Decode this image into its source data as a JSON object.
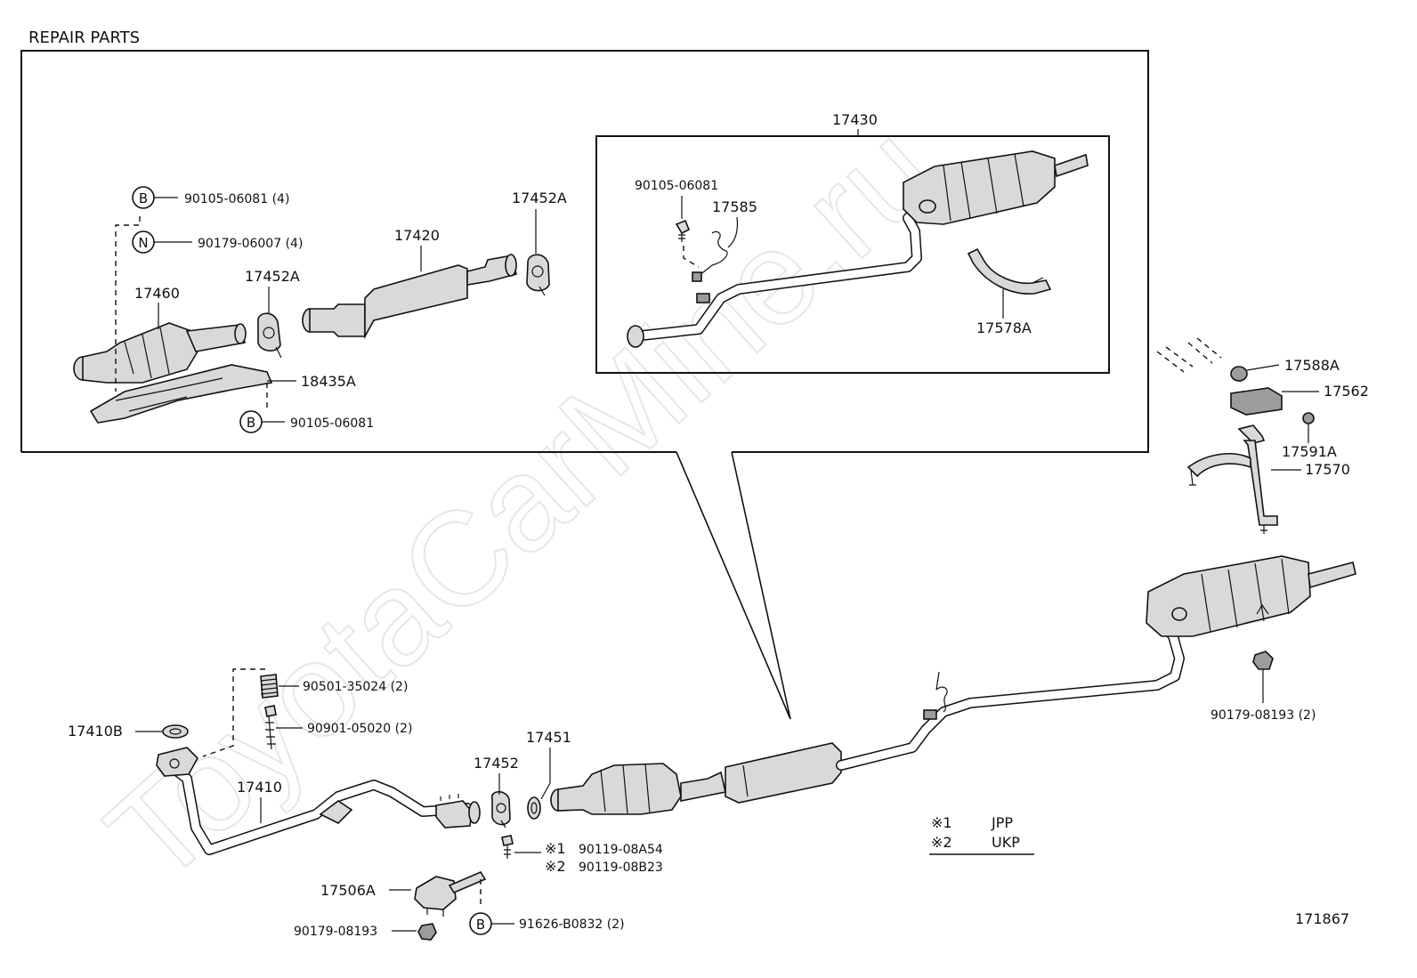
{
  "header": {
    "title": "REPAIR  PARTS"
  },
  "watermark": "ToyotaCarMine.ru",
  "symbols": {
    "b_mark": "B",
    "n_mark": "N"
  },
  "inset_parts": {
    "bolt_b_top": "90105-06081 (4)",
    "nut_n": "90179-06007 (4)",
    "conv_17460": "17460",
    "clamp_17452a_left": "17452A",
    "pipe_17420": "17420",
    "clamp_17452a_right": "17452A",
    "insulator_18435a": "18435A",
    "bolt_b_bottom": "90105-06081",
    "muffler_17430": "17430",
    "bolt_90105": "90105-06081",
    "sensor_17585": "17585",
    "bracket_17578a": "17578A"
  },
  "main_parts": {
    "p17588a": "17588A",
    "p17562": "17562",
    "p17591a": "17591A",
    "p17570": "17570",
    "p90179_rear": "90179-08193 (2)",
    "p90501": "90501-35024 (2)",
    "p90901": "90901-05020 (2)",
    "p17410b": "17410B",
    "p17410": "17410",
    "p17452": "17452",
    "p17451": "17451",
    "mark1": "※1",
    "mark2": "※2",
    "p90119_a": "90119-08A54",
    "p90119_b": "90119-08B23",
    "p17506a": "17506A",
    "p90179_front": "90179-08193",
    "p91626": "91626-B0832 (2)"
  },
  "legend": {
    "row1_mark": "※1",
    "row1_code": "JPP",
    "row2_mark": "※2",
    "row2_code": "UKP"
  },
  "figure_number": "171867"
}
